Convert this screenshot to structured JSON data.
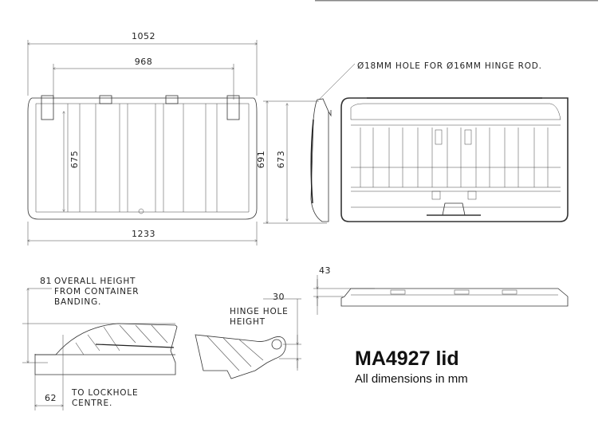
{
  "dimensions": {
    "overall_width_top": "1052",
    "inner_width": "968",
    "inner_height": "675",
    "side_height_outer": "691",
    "side_height_inner": "673",
    "overall_width": "1233",
    "overall_height_banding": "81",
    "lockhole_offset": "62",
    "hinge_hole_height": "30",
    "profile_thickness": "43"
  },
  "notes": {
    "hinge_hole": "Ø18MM HOLE FOR Ø16MM HINGE ROD.",
    "overall_height": [
      "OVERALL HEIGHT",
      "FROM CONTAINER",
      "BANDING."
    ],
    "lockhole": [
      "TO LOCKHOLE",
      "CENTRE."
    ],
    "hinge_height": [
      "HINGE HOLE",
      "HEIGHT"
    ]
  },
  "title": "MA4927 lid",
  "subtitle": "All dimensions in mm"
}
